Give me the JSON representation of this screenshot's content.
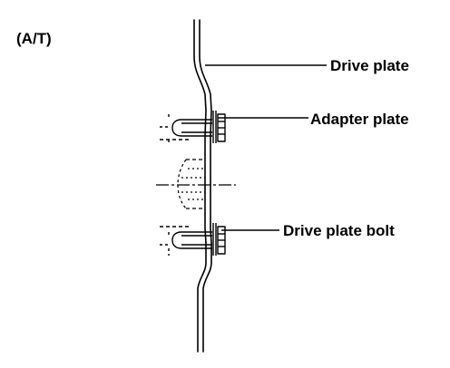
{
  "diagram": {
    "corner_label": "(A/T)",
    "callouts": {
      "drive_plate": "Drive plate",
      "adapter_plate": "Adapter plate",
      "drive_plate_bolt": "Drive plate bolt"
    }
  },
  "colors": {
    "ink": "#000000",
    "background": "#ffffff"
  }
}
